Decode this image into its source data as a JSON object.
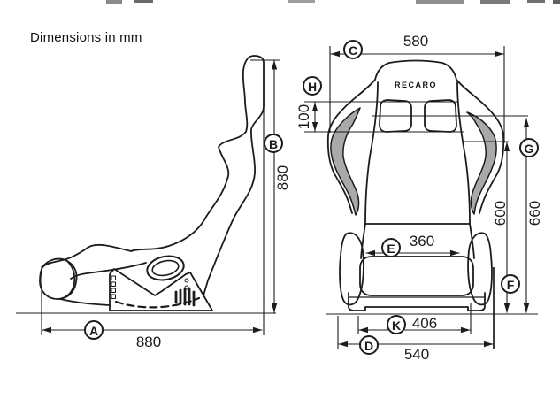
{
  "title": "Dimensions in mm",
  "views": {
    "side": {
      "name": "seat side view"
    },
    "front": {
      "name": "seat front view",
      "brand_logo": "RECARO"
    }
  },
  "dimensions": {
    "A": {
      "letter": "A",
      "value": "880"
    },
    "B": {
      "letter": "B",
      "value": "880"
    },
    "C": {
      "letter": "C",
      "value": "580"
    },
    "D": {
      "letter": "D",
      "value": "540"
    },
    "E": {
      "letter": "E",
      "value": "360"
    },
    "F": {
      "letter": "F",
      "value": "600"
    },
    "G": {
      "letter": "G",
      "value": "660"
    },
    "H": {
      "letter": "H",
      "value": "100"
    },
    "K": {
      "letter": "K",
      "value": "406"
    }
  },
  "colors": {
    "line": "#1c1c1c",
    "bolster": "#a9a9a9",
    "background": "#ffffff"
  }
}
